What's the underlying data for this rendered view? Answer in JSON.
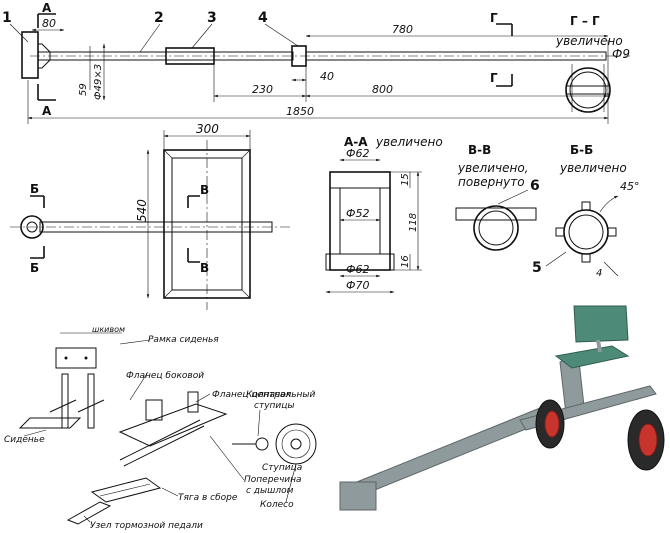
{
  "top_view": {
    "callouts": [
      "1",
      "2",
      "3",
      "4"
    ],
    "section_marks": {
      "a_top": "А",
      "a_bottom": "А",
      "g_top": "Г",
      "g_bottom": "Г"
    },
    "dims": {
      "d80": "80",
      "d780": "780",
      "d59": "59",
      "d_phi49": "Ф49×3",
      "d40": "40",
      "d230": "230",
      "d800": "800",
      "d1850": "1850"
    }
  },
  "section_g": {
    "title": "Г – Г",
    "note": "увеличено",
    "dia": "Ф9"
  },
  "plan_view": {
    "d300": "300",
    "d540": "540",
    "marks": {
      "b_left_top": "Б",
      "b_left_bottom": "Б",
      "v_top": "В",
      "v_bottom": "В"
    }
  },
  "section_a": {
    "title": "А-А",
    "note": "увеличено",
    "dims": {
      "top_dia": "Ф62",
      "mid_dia": "Ф52",
      "low_dia": "Ф62",
      "bot_dia": "Ф70",
      "h15": "15",
      "h118": "118",
      "h16": "16"
    }
  },
  "section_v": {
    "title": "В-В",
    "note_line1": "увеличено,",
    "note_line2": "повернуто",
    "callout": "6"
  },
  "section_b": {
    "title": "Б-Б",
    "note": "увеличено",
    "angle": "45°",
    "callout": "5",
    "dim4": "4"
  },
  "exploded": {
    "labels": {
      "hinge": "шкивом",
      "seat_frame": "Рамка сиденья",
      "side_flange": "Фланец боковой",
      "center_flange": "Фланец центральный",
      "hub_cap": "Колпачок",
      "hub_cap2": "ступицы",
      "hub": "Ступица",
      "crossbar": "Поперечина",
      "crossbar2": "с дышлом",
      "wheel": "Колесо",
      "seat": "Сиденье",
      "rod": "Тяга в сборе",
      "brake": "Узел тормозной педали"
    }
  },
  "photo": {
    "colors": {
      "frame": "#8f9a9c",
      "seat": "#4e8a78",
      "tire": "#2a2a2a",
      "rim": "#c8342c"
    }
  }
}
